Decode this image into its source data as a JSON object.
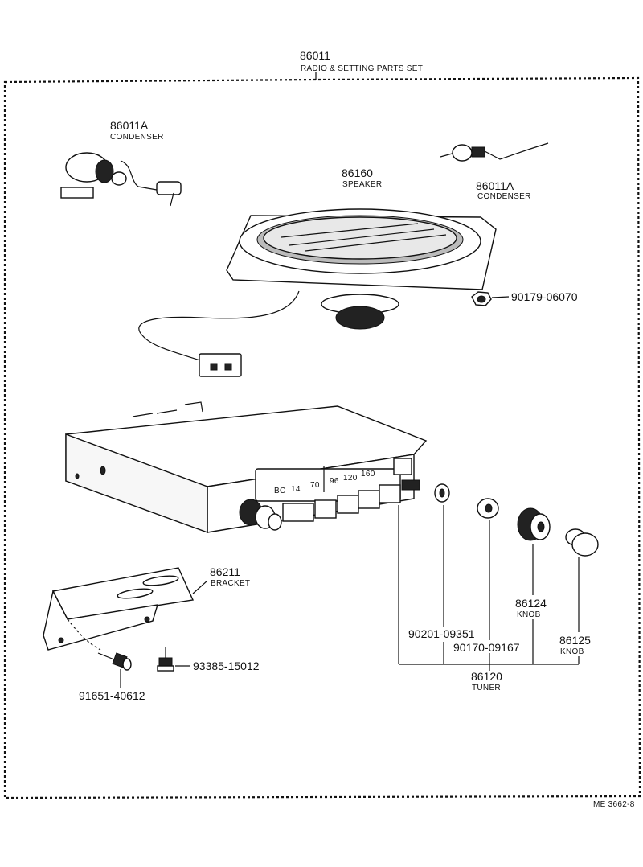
{
  "set": {
    "number": "86011",
    "name": "RADIO & SETTING PARTS SET"
  },
  "parts": {
    "condenser_left": {
      "number": "86011A",
      "name": "CONDENSER"
    },
    "condenser_right": {
      "number": "86011A",
      "name": "CONDENSER"
    },
    "speaker": {
      "number": "86160",
      "name": "SPEAKER"
    },
    "nut": {
      "number": "90179-06070"
    },
    "bracket": {
      "number": "86211",
      "name": "BRACKET"
    },
    "screw_a": {
      "number": "93385-15012"
    },
    "bolt": {
      "number": "91651-40612"
    },
    "washer": {
      "number": "90201-09351"
    },
    "nut_b": {
      "number": "90170-09167"
    },
    "knob_a": {
      "number": "86124",
      "name": "KNOB"
    },
    "knob_b": {
      "number": "86125",
      "name": "KNOB"
    },
    "tuner": {
      "number": "86120",
      "name": "TUNER"
    }
  },
  "dial": {
    "band": "BC",
    "marks": [
      "14",
      "70",
      "96",
      "120",
      "160"
    ]
  },
  "footer": {
    "code": "ME 3662-8"
  }
}
